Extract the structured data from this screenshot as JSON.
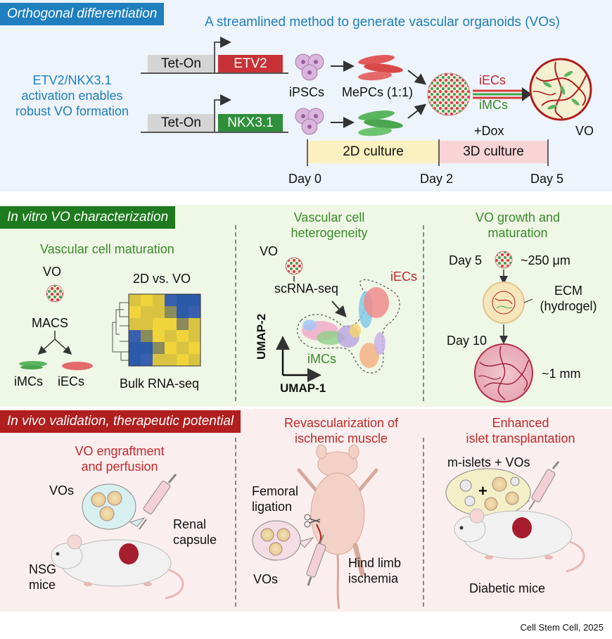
{
  "panel1": {
    "tag": "Orthogonal differentiation",
    "title": "A streamlined method to generate vascular organoids (VOs)",
    "left_text": [
      "ETV2/NKX3.1",
      "activation enables",
      "robust VO formation"
    ],
    "teton_1": "Tet-On",
    "etv2": "ETV2",
    "teton_2": "Tet-On",
    "nkx31": "NKX3.1",
    "ipscs": "iPSCs",
    "mepcs": "MePCs (1:1)",
    "iecs": "iECs",
    "imcs": "iMCs",
    "dox": "+Dox",
    "vo": "VO",
    "culture_2d": "2D culture",
    "culture_3d": "3D culture",
    "day0": "Day 0",
    "day2": "Day 2",
    "day5": "Day 5"
  },
  "panel2": {
    "tag": "In vitro VO characterization",
    "col1_title": "Vascular cell maturation",
    "vo": "VO",
    "macs": "MACS",
    "imcs": "iMCs",
    "iecs": "iECs",
    "heatmap_title": "2D vs. VO",
    "heatmap_caption": "Bulk RNA-seq",
    "col2_title": [
      "Vascular cell",
      "heterogeneity"
    ],
    "vo2": "VO",
    "scrna": "scRNA-seq",
    "iecs2": "iECs",
    "imcs2": "iMCs",
    "umap2": "UMAP-2",
    "umap1": "UMAP-1",
    "col3_title": [
      "VO growth and",
      "maturation"
    ],
    "day5": "Day 5",
    "size1": "~250 μm",
    "ecm": "ECM",
    "hydrogel": "(hydrogel)",
    "day10": "Day 10",
    "size2": "~1 mm"
  },
  "panel3": {
    "tag": "In vivo validation, therapeutic potential",
    "col1_title": [
      "VO engraftment",
      "and perfusion"
    ],
    "vos1": "VOs",
    "renal": [
      "Renal",
      "capsule"
    ],
    "nsg": [
      "NSG",
      "mice"
    ],
    "col2_title": [
      "Revascularization of",
      "ischemic muscle"
    ],
    "femoral": [
      "Femoral",
      "ligation"
    ],
    "vos2": "VOs",
    "hind": [
      "Hind limb",
      "ischemia"
    ],
    "col3_title": [
      "Enhanced",
      "islet transplantation"
    ],
    "misl": "m-islets + VOs",
    "plus": "+",
    "diabetic": "Diabetic mice"
  },
  "credit": "Cell Stem Cell, 2025",
  "colors": {
    "blue": "#1f7fbf",
    "green_tag": "#1e7a1e",
    "red_tag": "#b01e1e",
    "etv2": "#c83237",
    "nkx": "#2f8f3a"
  }
}
